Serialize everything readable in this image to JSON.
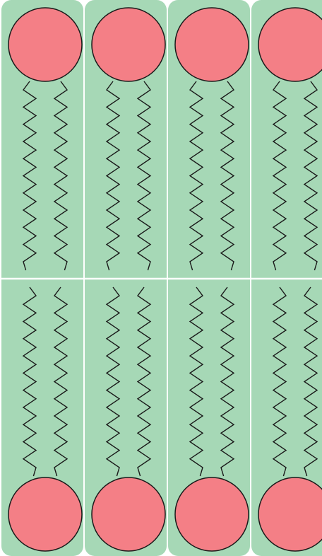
{
  "diagram": {
    "type": "lipid bilayer schematic",
    "columns": 4,
    "leaflets": [
      "top",
      "bottom"
    ],
    "tails_per_lipid": 2,
    "zigzag_peaks_per_tail": 11,
    "colors": {
      "background": "#ffffff",
      "column_fill": "#a6d8b6",
      "column_divider": "#ffffff",
      "head_fill": "#f47f86",
      "outline": "#1a1a1a"
    }
  }
}
